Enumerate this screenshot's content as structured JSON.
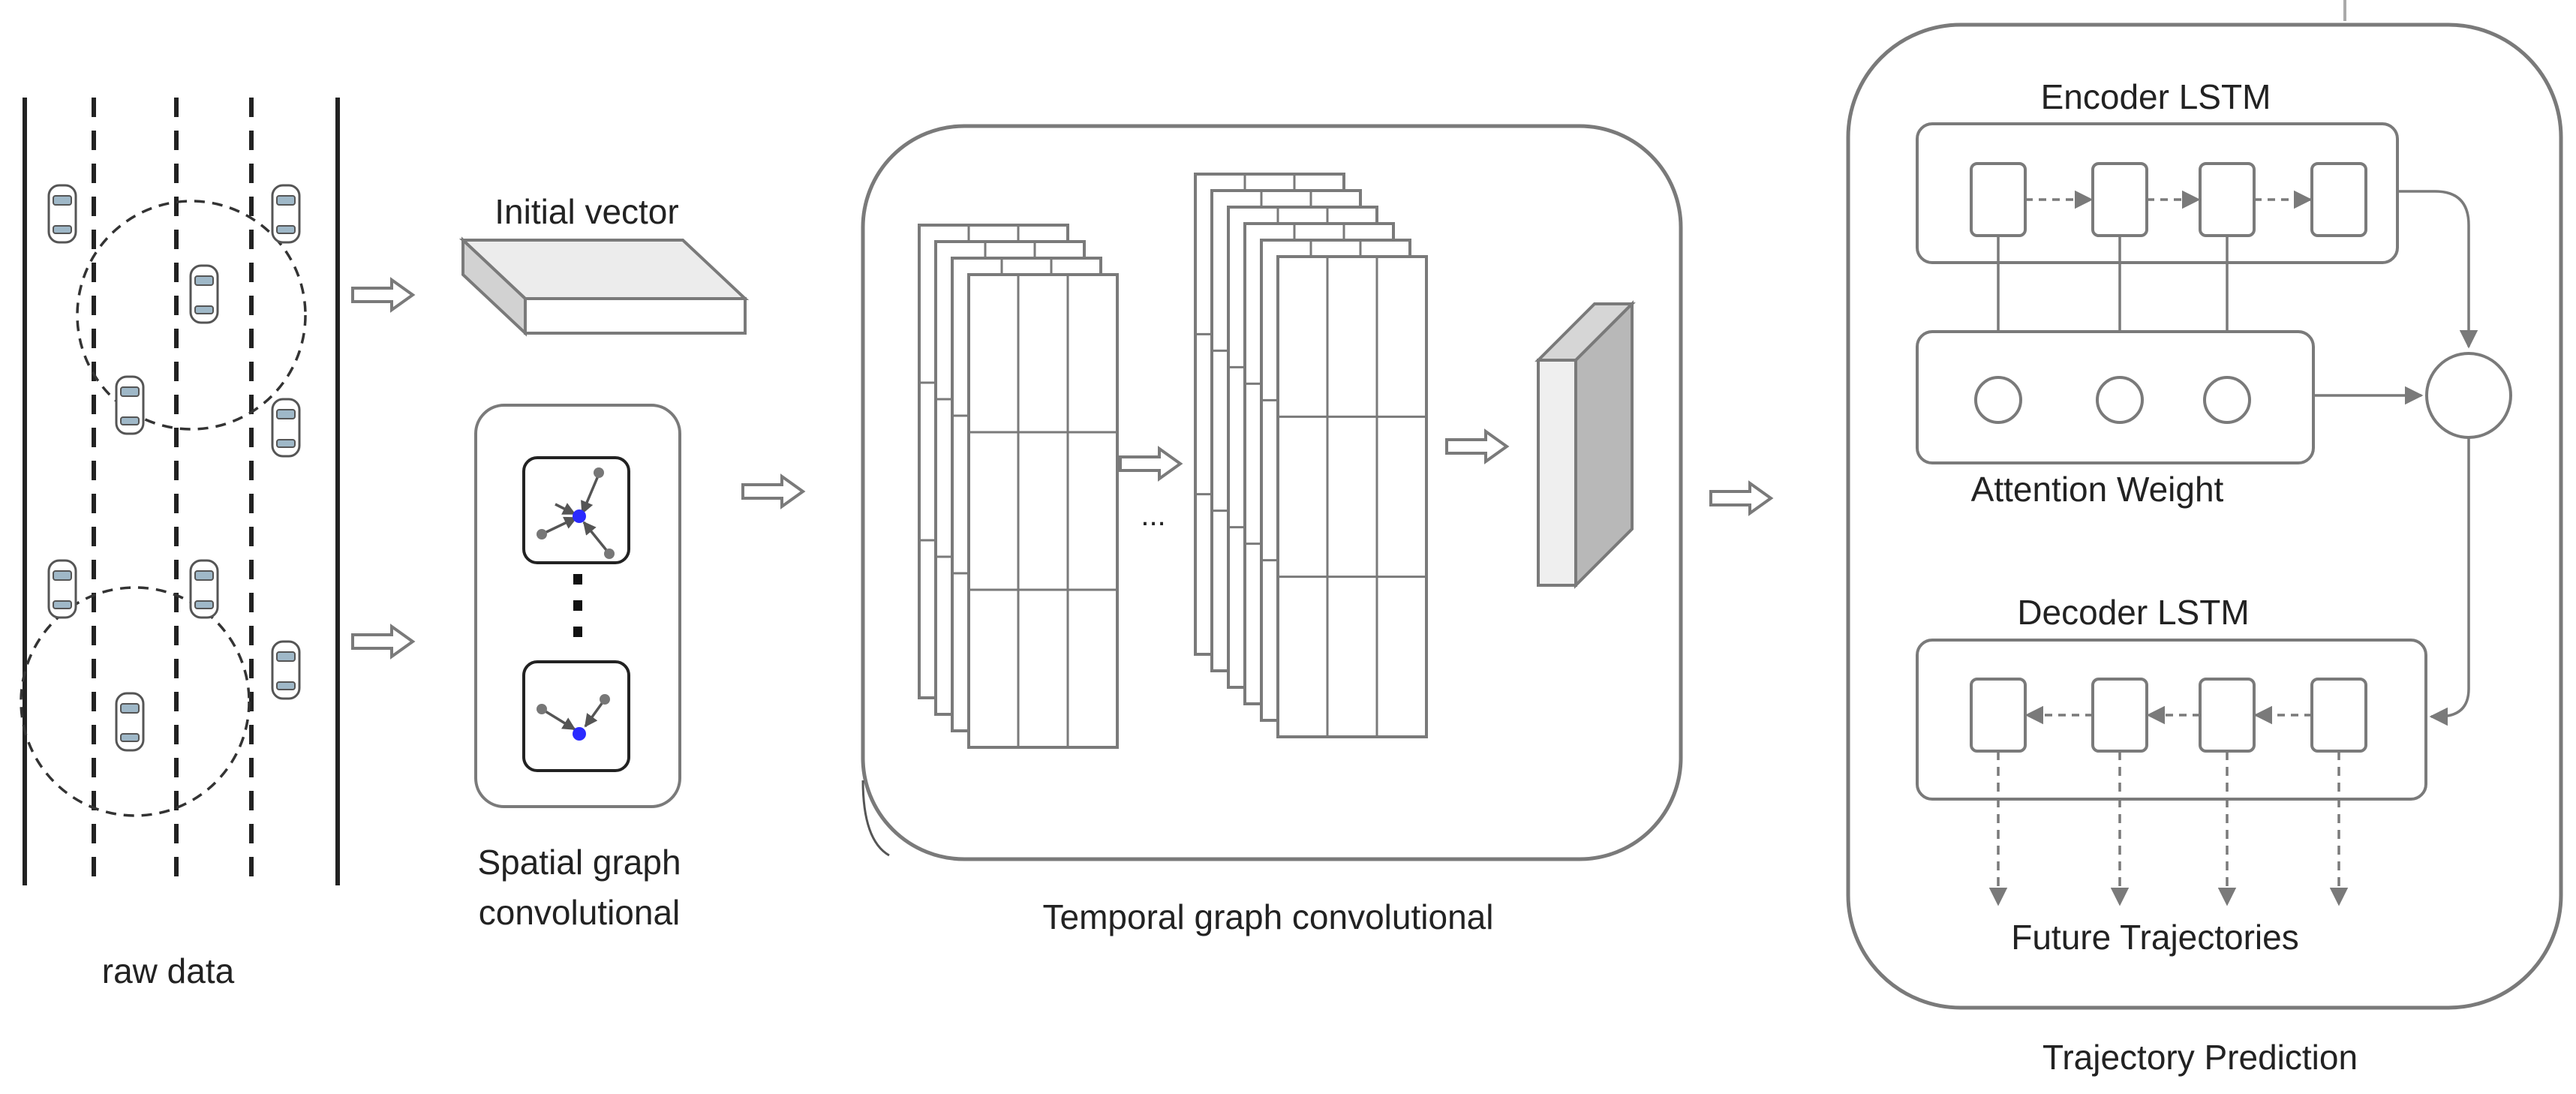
{
  "labels": {
    "raw_data": "raw data",
    "initial_vector": "Initial vector",
    "spatial_line1": "Spatial graph",
    "spatial_line2": "convolutional",
    "temporal": "Temporal graph convolutional",
    "ellipsis": "...",
    "encoder": "Encoder LSTM",
    "attention": "Attention Weight",
    "decoder": "Decoder LSTM",
    "future": "Future Trajectories",
    "prediction": "Trajectory Prediction"
  },
  "colors": {
    "stroke": "#7a7a7a",
    "dark": "#222222",
    "node_highlight": "#2a2aff"
  },
  "icons": [
    "car-icon",
    "graph-node-icon",
    "hollow-arrow-icon"
  ]
}
